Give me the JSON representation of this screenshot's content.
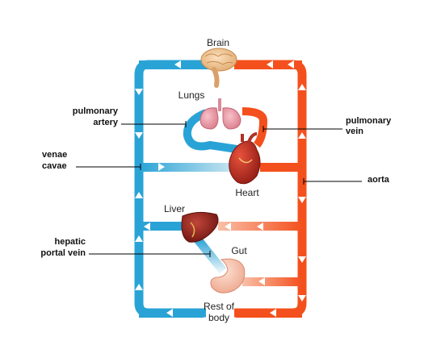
{
  "organs": {
    "brain": "Brain",
    "lungs": "Lungs",
    "heart": "Heart",
    "liver": "Liver",
    "gut": "Gut",
    "rest_of_body": [
      "Rest of",
      "body"
    ]
  },
  "callouts": {
    "pulmonary_artery": [
      "pulmonary",
      "artery"
    ],
    "pulmonary_vein": [
      "pulmonary",
      "vein"
    ],
    "venae_cavae": [
      "venae",
      "cavae"
    ],
    "aorta": "aorta",
    "hepatic_portal_vein": [
      "hepatic",
      "portal vein"
    ]
  },
  "colors": {
    "deoxygenated": "#29a3d6",
    "oxygenated": "#f4501d",
    "arrow": "#ffffff"
  }
}
